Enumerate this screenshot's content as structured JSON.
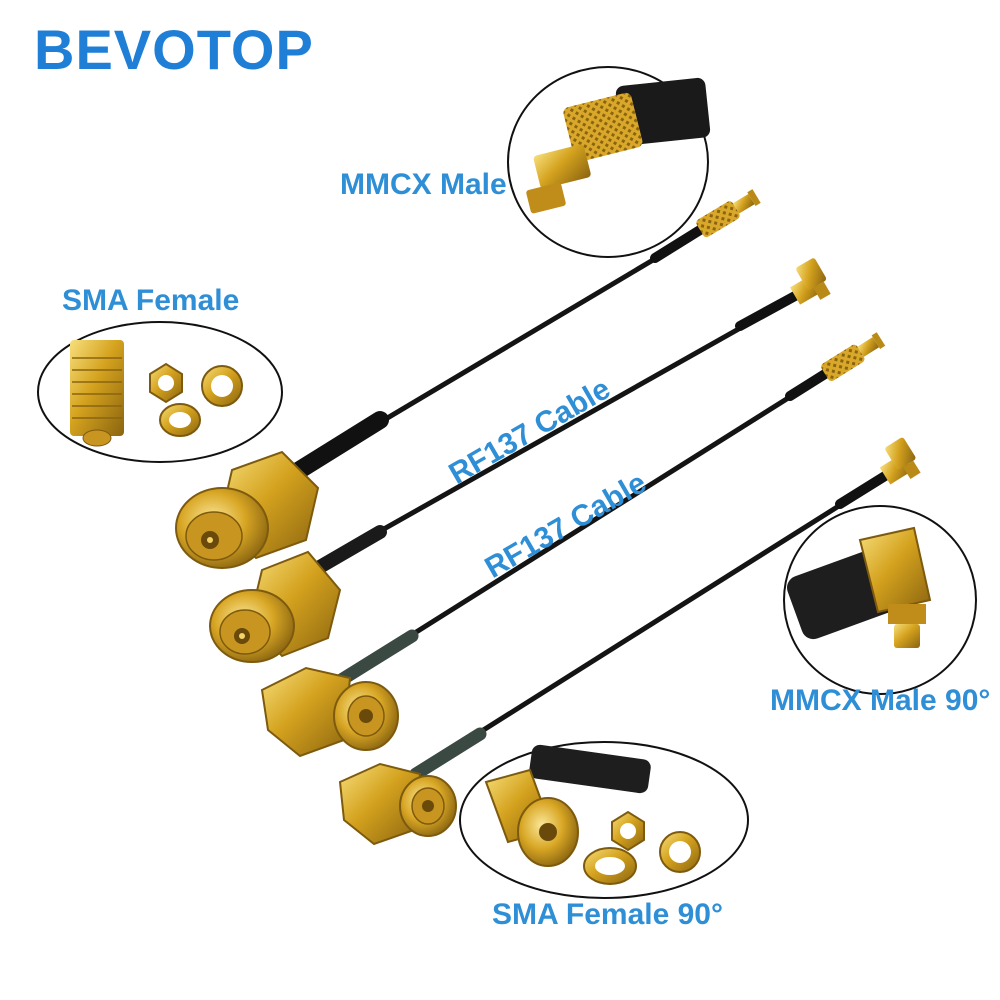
{
  "brand": {
    "name": "BEVOTOP"
  },
  "labels": {
    "mmcx_male": "MMCX Male",
    "sma_female": "SMA Female",
    "rf_cable_1": "RF137 Cable",
    "rf_cable_2": "RF137 Cable",
    "mmcx_male_90": "MMCX Male 90°",
    "sma_female_90": "SMA Female 90°"
  },
  "colors": {
    "brand": "#1f7fd6",
    "label": "#2f8fd6",
    "cable": "#141414",
    "gold": "#d4a21e",
    "gold_light": "#f3d36a",
    "gold_dark": "#8a6410",
    "background": "#ffffff"
  }
}
